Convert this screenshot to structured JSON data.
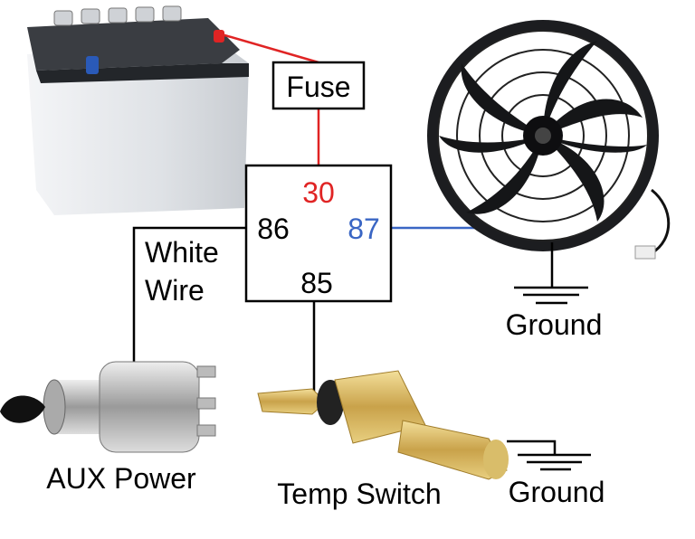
{
  "labels": {
    "fuse": "Fuse",
    "pin_30": "30",
    "pin_86": "86",
    "pin_87": "87",
    "pin_85": "85",
    "white_wire_line1": "White",
    "white_wire_line2": "Wire",
    "ground_fan": "Ground",
    "ground_temp": "Ground",
    "aux_power": "AUX Power",
    "temp_switch": "Temp Switch"
  },
  "components": [
    "battery",
    "fuse",
    "relay",
    "radiator-fan",
    "ignition-switch",
    "temp-switch",
    "ground-symbol"
  ],
  "colors": {
    "power_wire": "#e02424",
    "fan_wire": "#3a66c4",
    "control_wire": "#000000"
  }
}
